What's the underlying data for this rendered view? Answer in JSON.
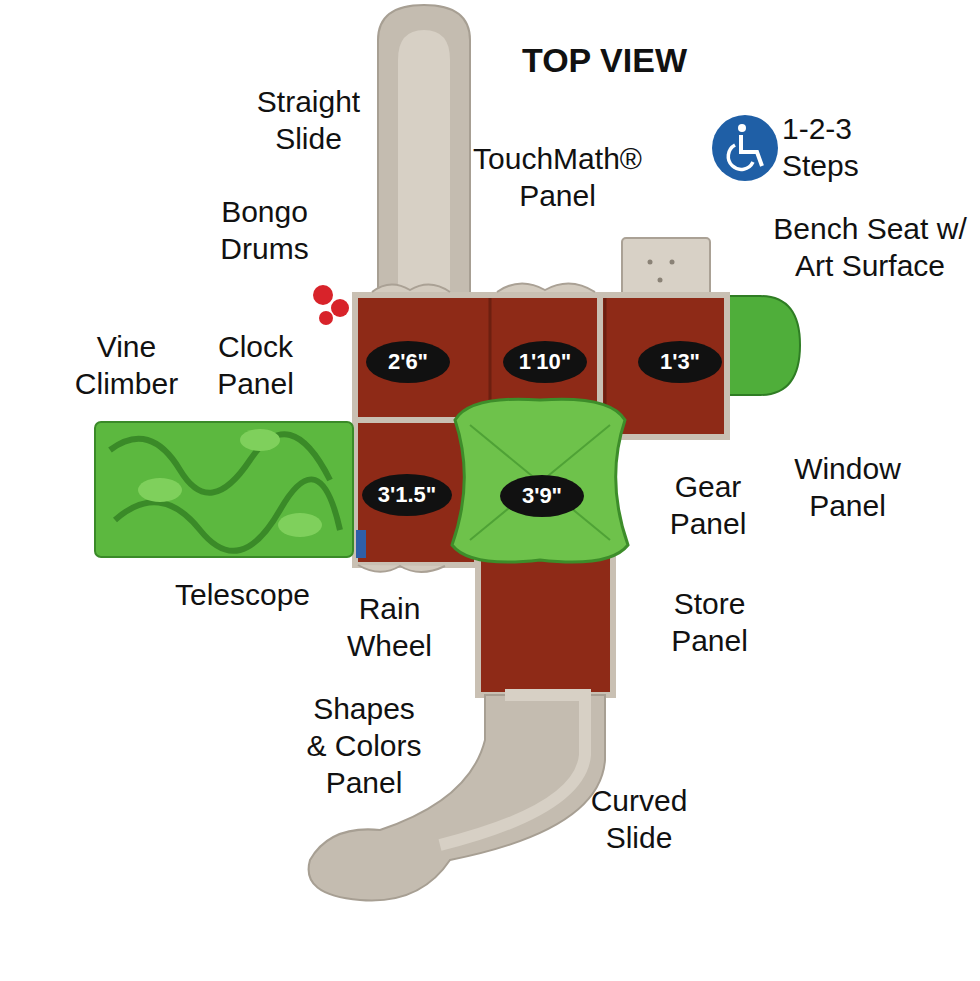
{
  "diagram": {
    "title": "TOP VIEW",
    "nodes": [
      {
        "text": [
          "2'6\""
        ]
      },
      {
        "text": [
          "1'10\""
        ]
      },
      {
        "text": [
          "1'3\""
        ]
      },
      {
        "text": [
          "3'1.5\""
        ]
      },
      {
        "text": [
          "3'9\""
        ]
      }
    ],
    "labels": [
      "Straight Slide",
      "TouchMath® Panel",
      "1-2-3 Steps",
      "Bongo Drums",
      "Bench Seat w/ Art Surface",
      "Vine Climber",
      "Clock Panel",
      "Window Panel",
      "Gear Panel",
      "Telescope",
      "Rain Wheel",
      "Store Panel",
      "Shapes & Colors Panel",
      "Curved Slide"
    ]
  }
}
